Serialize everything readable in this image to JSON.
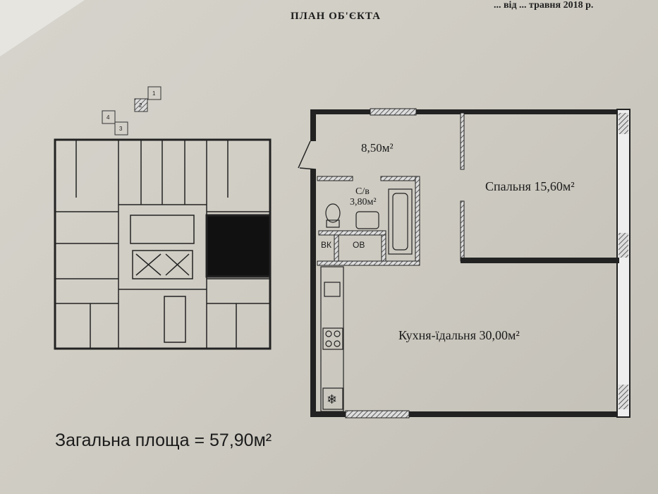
{
  "header": {
    "title": "ПЛАН ОБ'ЄКТА",
    "top_note": "... від ... травня 2018 р."
  },
  "building": {
    "section_labels": [
      "1",
      "2",
      "3",
      "4"
    ]
  },
  "rooms": {
    "hall": "8,50м²",
    "bathroom_name": "С/в",
    "bathroom_area": "3,80м²",
    "bk": "ВК",
    "ov": "ОВ",
    "bedroom": "Спальня 15,60м²",
    "kitchen": "Кухня-їдальня 30,00м²"
  },
  "total": "Загальна площа  = 57,90м²",
  "icons": [
    "snowflake-icon",
    "stove-icon",
    "sink-icon",
    "toilet-icon",
    "bathtub-icon"
  ]
}
